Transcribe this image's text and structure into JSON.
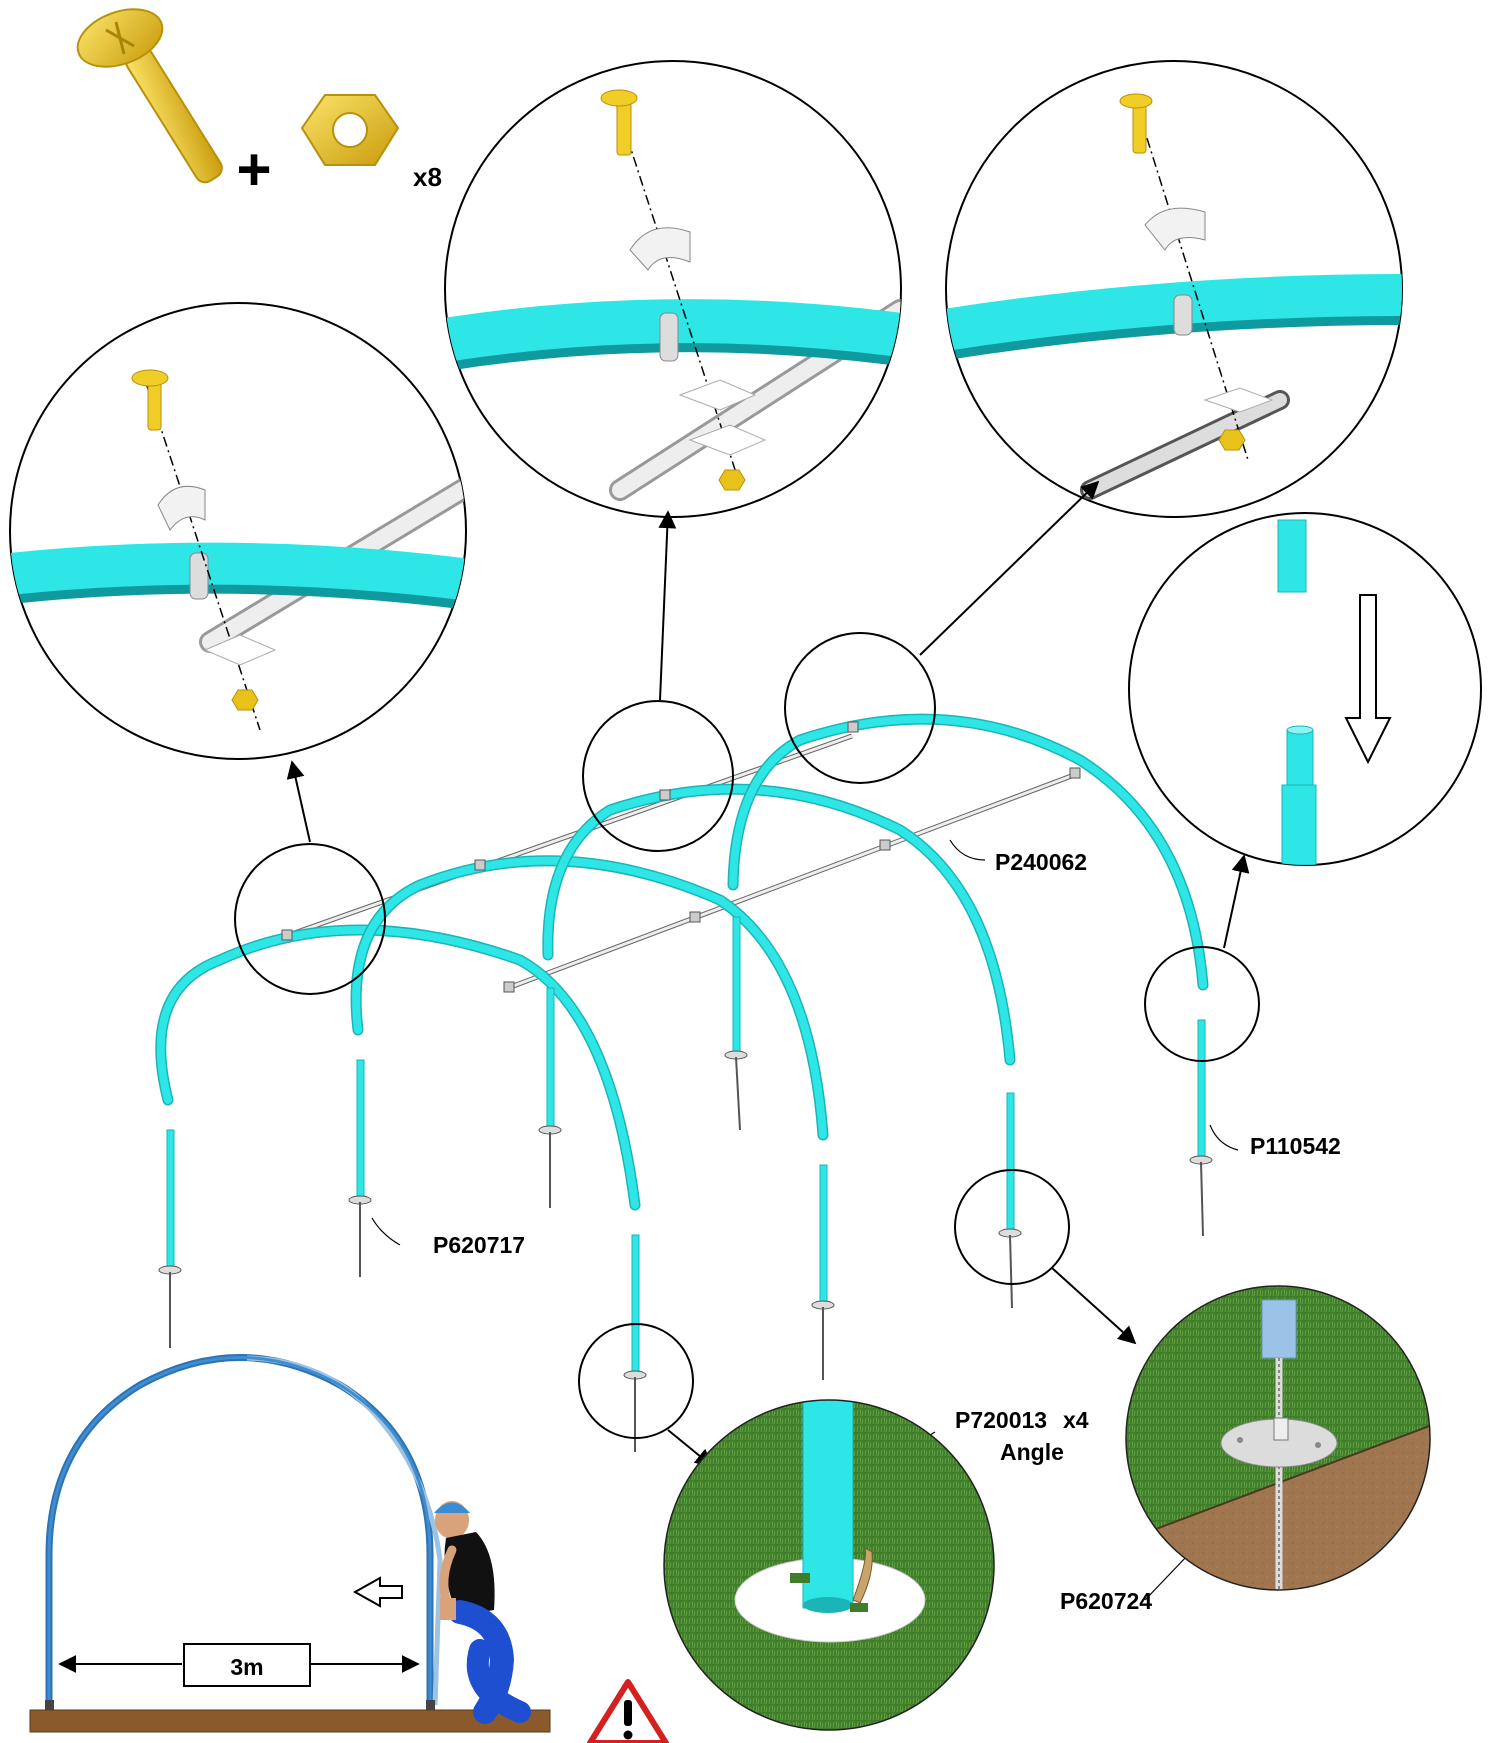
{
  "hardware": {
    "quantity": "x8",
    "plus_sign": "+",
    "bolt_icon": "carriage-bolt-icon",
    "nut_icon": "hex-nut-icon"
  },
  "labels": {
    "cross_bar": "P240062",
    "pole_right": "P110542",
    "pole_left": "P620717",
    "anchor": "P620724",
    "angle_code": "P720013",
    "angle_qty": "x4",
    "angle_name": "Angle",
    "width": "3m"
  },
  "warning_icon": "warning-triangle-icon",
  "colors": {
    "hoop": "#2ee6e6",
    "hoop_dark": "#1bb5b8",
    "bolt": "#e8c21a",
    "grass": "#3f7d2a",
    "soil": "#a07650",
    "side_view_pipe": "#2d73b3",
    "ground": "#8b5a2b"
  }
}
